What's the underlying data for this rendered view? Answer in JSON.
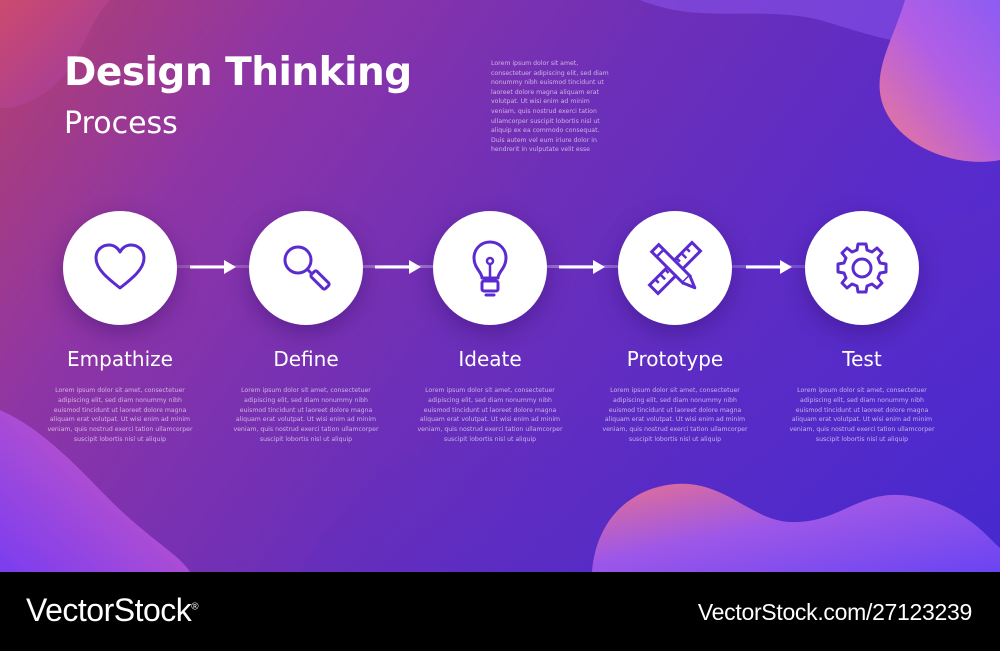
{
  "header": {
    "title": "Design Thinking",
    "subtitle": "Process",
    "intro": "Lorem ipsum dolor sit amet, consectetuer adipiscing elit, sed diam nonummy nibh euismod tincidunt ut laoreet dolore magna aliquam erat volutpat. Ut wisi enim ad minim veniam, quis nostrud exerci tation ullamcorper suscipit lobortis nisl ut aliquip ex ea commodo consequat. Duis autem vel eum iriure dolor in hendrerit in vulputate velit esse"
  },
  "steps": [
    {
      "label": "Empathize",
      "icon": "heart-icon",
      "description": "Lorem ipsum dolor sit amet, consectetuer adipiscing elit, sed diam nonummy nibh euismod tincidunt ut laoreet dolore magna aliquam erat volutpat. Ut wisi enim ad minim veniam, quis nostrud exerci tation ullamcorper suscipit lobortis nisl ut aliquip"
    },
    {
      "label": "Define",
      "icon": "magnifier-icon",
      "description": "Lorem ipsum dolor sit amet, consectetuer adipiscing elit, sed diam nonummy nibh euismod tincidunt ut laoreet dolore magna aliquam erat volutpat. Ut wisi enim ad minim veniam, quis nostrud exerci tation ullamcorper suscipit lobortis nisl ut aliquip"
    },
    {
      "label": "Ideate",
      "icon": "lightbulb-icon",
      "description": "Lorem ipsum dolor sit amet, consectetuer adipiscing elit, sed diam nonummy nibh euismod tincidunt ut laoreet dolore magna aliquam erat volutpat. Ut wisi enim ad minim veniam, quis nostrud exerci tation ullamcorper suscipit lobortis nisl ut aliquip"
    },
    {
      "label": "Prototype",
      "icon": "pencil-ruler-icon",
      "description": "Lorem ipsum dolor sit amet, consectetuer adipiscing elit, sed diam nonummy nibh euismod tincidunt ut laoreet dolore magna aliquam erat volutpat. Ut wisi enim ad minim veniam, quis nostrud exerci tation ullamcorper suscipit lobortis nisl ut aliquip"
    },
    {
      "label": "Test",
      "icon": "gear-icon",
      "description": "Lorem ipsum dolor sit amet, consectetuer adipiscing elit, sed diam nonummy nibh euismod tincidunt ut laoreet dolore magna aliquam erat volutpat. Ut wisi enim ad minim veniam, quis nostrud exerci tation ullamcorper suscipit lobortis nisl ut aliquip"
    }
  ],
  "footer": {
    "brand": "VectorStock",
    "registered_mark": "®",
    "stock_id": "VectorStock.com/27123239"
  },
  "colors": {
    "icon_stroke": "#5b2bd0",
    "background_start": "#b4406c",
    "background_end": "#4d2ad8",
    "footer_bg": "#000000"
  }
}
